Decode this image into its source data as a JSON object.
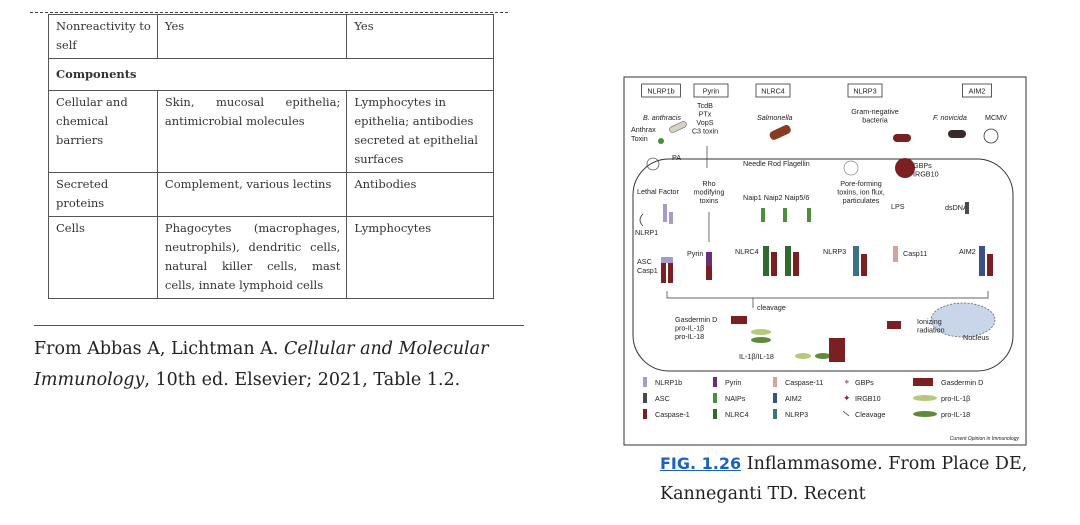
{
  "table": {
    "rows": [
      {
        "c1": "Nonreactivity to self",
        "c2": "Yes",
        "c3": "Yes"
      },
      {
        "section": "Components"
      },
      {
        "c1": "Cellular and chemical barriers",
        "c2": "Skin, mucosal epithelia; antimicrobial molecules",
        "c3": "Lymphocytes in epithelia; antibodies secreted at epithelial surfaces"
      },
      {
        "c1": "Secreted proteins",
        "c2": "Complement, various lectins",
        "c3": "Antibodies"
      },
      {
        "c1": "Cells",
        "c2": "Phagocytes (macrophages, neutrophils), dendritic cells, natural killer cells, mast cells, innate lymphoid cells",
        "c3": "Lymphocytes"
      }
    ]
  },
  "source": {
    "prefix": "From Abbas A, Lichtman A. ",
    "title": "Cellular and Molecular Immunology",
    "suffix": ", 10th ed. Elsevier; 2021, Table 1.2."
  },
  "figure": {
    "headers": [
      "NLRP1b",
      "Pyrin",
      "NLRC4",
      "NLRP3",
      "AIM2"
    ],
    "pathogens": {
      "anthracis": "B. anthracis",
      "anthrax_toxin": "Anthrax Toxin",
      "pyrin_toxins": "TcdB\nPTx\nVopS\nC3 toxin",
      "salmonella": "Salmonella",
      "gram_negative": "Gram-negative bacteria",
      "novicida": "F. novicida",
      "mcmv": "MCMV"
    },
    "labels": {
      "pa": "PA",
      "lethal_factor": "Lethal Factor",
      "nlrp1": "NLRP1",
      "asc_casp1": "ASC\nCasp1",
      "rho_toxins": "Rho\nmodifying\ntoxins",
      "pyrin": "Pyrin",
      "needle_rod": "Needle Rod Flagellin",
      "naips": "Naip1 Naip2 Naip5/6",
      "nlrc4": "NLRC4",
      "pore": "Pore-forming\ntoxins, ion flux,\nparticulates",
      "nlrp3": "NLRP3",
      "lps": "LPS",
      "casp11": "Casp11",
      "gbps": "GBPs\nIRGB10",
      "dsdna": "dsDNA",
      "aim2": "AIM2",
      "cleavage": "cleavage",
      "gasdermin_block": "Gasdermin D\npro-IL-1β\npro-IL-18",
      "il": "IL-1β/IL-18",
      "ionizing": "Ionizing\nradiation",
      "nucleus": "Nucleus"
    },
    "legend": [
      {
        "label": "NLRP1b",
        "color": "#a99bc9"
      },
      {
        "label": "ASC",
        "color": "#4a4a4a"
      },
      {
        "label": "Caspase-1",
        "color": "#7a1f22"
      },
      {
        "label": "Pyrin",
        "color": "#6b2c7a"
      },
      {
        "label": "NAIPs",
        "color": "#4c8f3a"
      },
      {
        "label": "NLRC4",
        "color": "#2f6b2f"
      },
      {
        "label": "Caspase-11",
        "color": "#d9a0a0"
      },
      {
        "label": "AIM2",
        "color": "#3a4f8c"
      },
      {
        "label": "NLRP3",
        "color": "#3b7384"
      },
      {
        "label": "GBPs",
        "color": "#c07a8a"
      },
      {
        "label": "IRGB10",
        "color": "#6a2a6a"
      },
      {
        "label": "Cleavage",
        "color": "#333333"
      },
      {
        "label": "Gasdermin D",
        "color": "#7a1f22"
      },
      {
        "label": "pro-IL-1β",
        "color": "#b6c97a"
      },
      {
        "label": "pro-IL-18",
        "color": "#5e8a3a"
      }
    ],
    "credit": "Current Opinion in Immunology"
  },
  "caption": {
    "link": "FIG. 1.26",
    "text": " Inflammasome. From Place DE, Kanneganti TD. Recent"
  }
}
